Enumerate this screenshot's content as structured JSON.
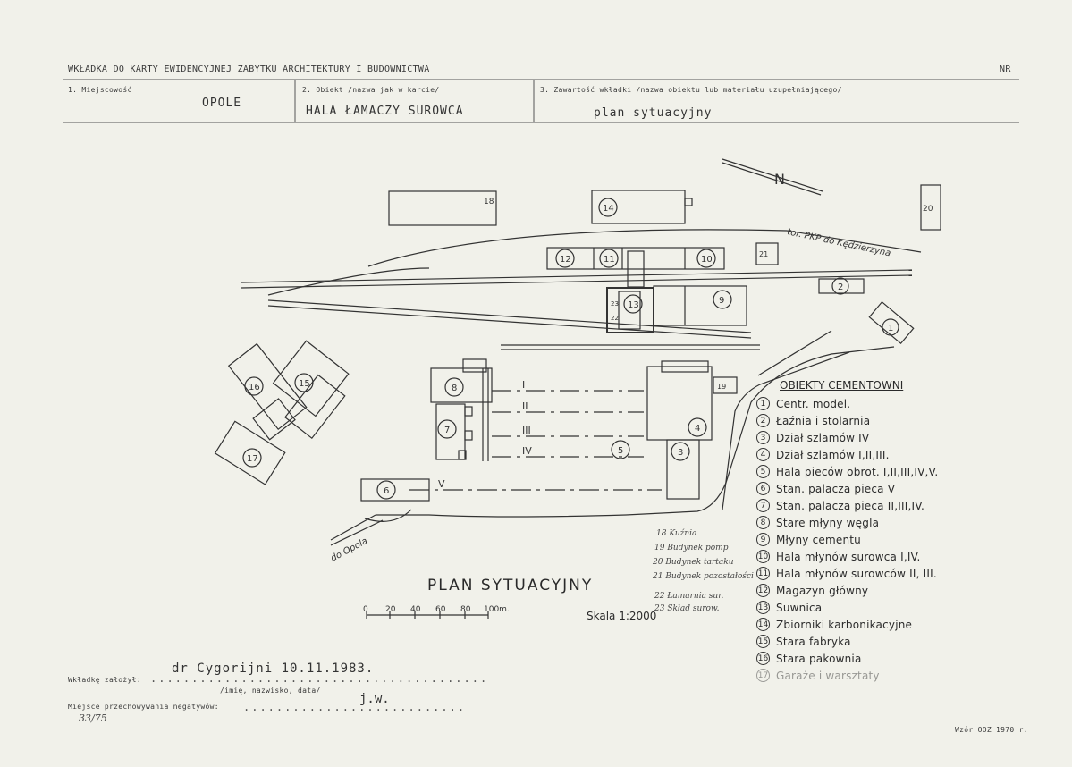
{
  "header": {
    "title": "WKŁADKA DO KARTY EWIDENCYJNEJ ZABYTKU ARCHITEKTURY I BUDOWNICTWA",
    "nr_label": "NR",
    "field1_label": "1. Miejscowość",
    "field1_value": "OPOLE",
    "field2_label": "2. Obiekt /nazwa jak w karcie/",
    "field2_value": "HALA ŁAMACZY SUROWCA",
    "field3_label": "3. Zawartość wkładki /nazwa obiektu lub materiału uzupełniającego/",
    "field3_value": "plan sytuacyjny"
  },
  "plan": {
    "north": "N",
    "rail_label": "tor. PKP do Kędzierzyna",
    "road_label": "do Opola",
    "title": "PLAN SYTUACYJNY",
    "scale_text": "Skala 1:2000",
    "scale_ticks": [
      "0",
      "20",
      "40",
      "60",
      "80",
      "100m."
    ],
    "kiln_lines": [
      "I",
      "II",
      "III",
      "IV",
      "V"
    ],
    "building_numbers": [
      "1",
      "2",
      "3",
      "4",
      "5",
      "6",
      "7",
      "8",
      "9",
      "10",
      "11",
      "12",
      "13",
      "14",
      "15",
      "16",
      "17",
      "18",
      "19",
      "20",
      "21",
      "22",
      "23"
    ]
  },
  "legend": {
    "title": "OBIEKTY CEMENTOWNI",
    "items": [
      {
        "num": "1",
        "text": "Centr. model."
      },
      {
        "num": "2",
        "text": "Łaźnia i stolarnia"
      },
      {
        "num": "3",
        "text": "Dział szlamów IV"
      },
      {
        "num": "4",
        "text": "Dział szlamów I,II,III."
      },
      {
        "num": "5",
        "text": "Hala pieców obrot. I,II,III,IV,V."
      },
      {
        "num": "6",
        "text": "Stan. palacza pieca V"
      },
      {
        "num": "7",
        "text": "Stan. palacza pieca II,III,IV."
      },
      {
        "num": "8",
        "text": "Stare młyny węgla"
      },
      {
        "num": "9",
        "text": "Młyny cementu"
      },
      {
        "num": "10",
        "text": "Hala młynów surowca I,IV."
      },
      {
        "num": "11",
        "text": "Hala młynów surowców II, III."
      },
      {
        "num": "12",
        "text": "Magazyn główny"
      },
      {
        "num": "13",
        "text": "Suwnica"
      },
      {
        "num": "14",
        "text": "Zbiorniki karbonikacyjne"
      },
      {
        "num": "15",
        "text": "Stara fabryka"
      },
      {
        "num": "16",
        "text": "Stara pakownia"
      },
      {
        "num": "17",
        "text": "Garaże i warsztaty"
      }
    ]
  },
  "handwritten_notes": [
    "18 Kuźnia",
    "19 Budynek pomp",
    "20 Budynek tartaku",
    "21 Budynek pozostałości",
    "22 Łamarnia sur.",
    "23 Skład surow."
  ],
  "footer": {
    "founder_label": "Wkładkę założył:",
    "founder_value": "dr Cygorijni 10.11.1983.",
    "founder_hint": "/imię, nazwisko, data/",
    "storage_label": "Miejsce przechowywania negatywów:",
    "storage_value": "j.w.",
    "ref_number": "33/75",
    "form_id": "Wzór OOZ 1970 r."
  }
}
